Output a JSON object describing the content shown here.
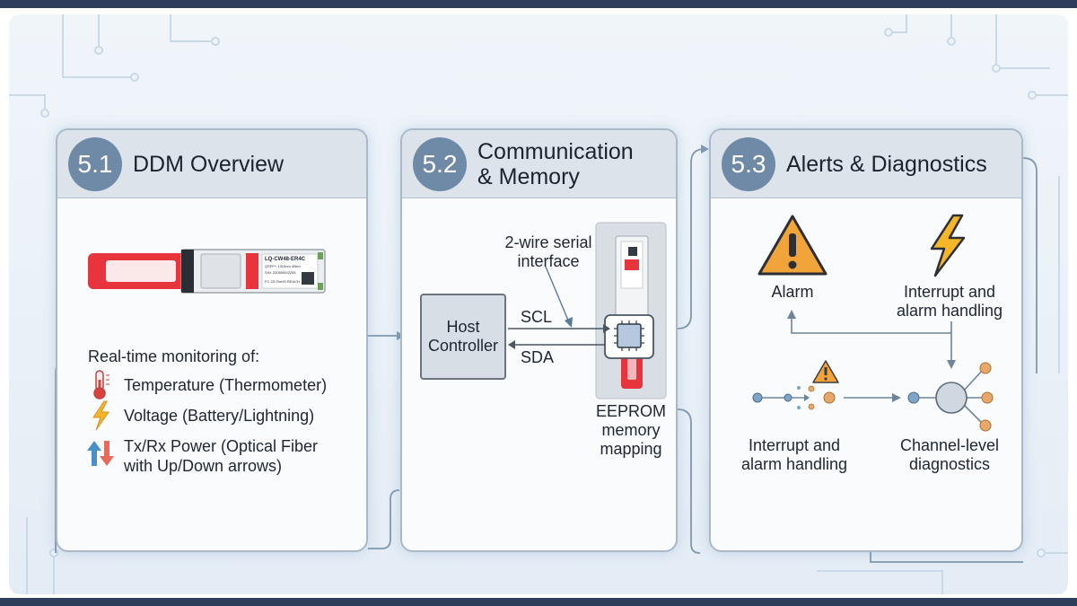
{
  "panels": [
    {
      "number": "5.1",
      "title": "DDM Overview",
      "module_label": {
        "model": "LQ-CW48-ER4C",
        "spec": "QSFP+ 1310nm 40km",
        "sn": "S/N: 2205000/2205",
        "marks": "FC CE RoHS REACH"
      },
      "monitoring_heading": "Real-time monitoring of:",
      "items": [
        {
          "icon": "thermometer-icon",
          "label": "Temperature (Thermometer)"
        },
        {
          "icon": "lightning-icon",
          "label": "Voltage (Battery/Lightning)"
        },
        {
          "icon": "up-down-arrows-icon",
          "label_line1": "Tx/Rx Power (Optical Fiber",
          "label_line2": "with Up/Down arrows)"
        }
      ]
    },
    {
      "number": "5.2",
      "title_line1": "Communication",
      "title_line2": "& Memory",
      "interface_line1": "2-wire serial",
      "interface_line2": "interface",
      "host_line1": "Host",
      "host_line2": "Controller",
      "scl": "SCL",
      "sda": "SDA",
      "eeprom_line1": "EEPROM",
      "eeprom_line2": "memory",
      "eeprom_line3": "mapping"
    },
    {
      "number": "5.3",
      "title": "Alerts & Diagnostics",
      "alarm": "Alarm",
      "interrupt_top_line1": "Interrupt and",
      "interrupt_top_line2": "alarm handling",
      "interrupt_bottom_line1": "Interrupt and",
      "interrupt_bottom_line2": "alarm handling",
      "diagnostics_line1": "Channel-level",
      "diagnostics_line2": "diagnostics"
    }
  ],
  "colors": {
    "accent": "#6f8aa6",
    "module_red": "#e8343c",
    "alarm_orange": "#f0a43a",
    "lightning_yellow": "#f5b62a",
    "arrow_blue": "#4a90c8",
    "arrow_red": "#e86a5a"
  }
}
